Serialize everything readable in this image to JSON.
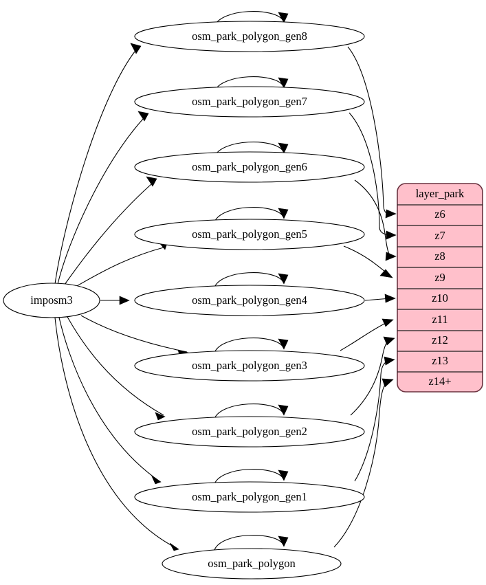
{
  "diagram": {
    "type": "graphviz-directed-graph",
    "background_color": "#ffffff",
    "source_node": {
      "id": "imposm3",
      "label": "imposm3",
      "shape": "ellipse",
      "fill": "#ffffff",
      "stroke": "#000000"
    },
    "ellipse_nodes": [
      {
        "id": "gen8",
        "label": "osm_park_polygon_gen8",
        "has_self_loop": true
      },
      {
        "id": "gen7",
        "label": "osm_park_polygon_gen7",
        "has_self_loop": true
      },
      {
        "id": "gen6",
        "label": "osm_park_polygon_gen6",
        "has_self_loop": true
      },
      {
        "id": "gen5",
        "label": "osm_park_polygon_gen5",
        "has_self_loop": true
      },
      {
        "id": "gen4",
        "label": "osm_park_polygon_gen4",
        "has_self_loop": true
      },
      {
        "id": "gen3",
        "label": "osm_park_polygon_gen3",
        "has_self_loop": true
      },
      {
        "id": "gen2",
        "label": "osm_park_polygon_gen2",
        "has_self_loop": true
      },
      {
        "id": "gen1",
        "label": "osm_park_polygon_gen1",
        "has_self_loop": true
      },
      {
        "id": "base",
        "label": "osm_park_polygon",
        "has_self_loop": true
      }
    ],
    "table_node": {
      "id": "layer_park",
      "header": "layer_park",
      "fill": "#ffc0cb",
      "border_color": "#6b3340",
      "rows": [
        {
          "id": "z6",
          "label": "z6"
        },
        {
          "id": "z7",
          "label": "z7"
        },
        {
          "id": "z8",
          "label": "z8"
        },
        {
          "id": "z9",
          "label": "z9"
        },
        {
          "id": "z10",
          "label": "z10"
        },
        {
          "id": "z11",
          "label": "z11"
        },
        {
          "id": "z12",
          "label": "z12"
        },
        {
          "id": "z13",
          "label": "z13"
        },
        {
          "id": "z14plus",
          "label": "z14+"
        }
      ]
    },
    "edges": [
      {
        "from": "imposm3",
        "to": "gen8"
      },
      {
        "from": "imposm3",
        "to": "gen7"
      },
      {
        "from": "imposm3",
        "to": "gen6"
      },
      {
        "from": "imposm3",
        "to": "gen5"
      },
      {
        "from": "imposm3",
        "to": "gen4"
      },
      {
        "from": "imposm3",
        "to": "gen3"
      },
      {
        "from": "imposm3",
        "to": "gen2"
      },
      {
        "from": "imposm3",
        "to": "gen1"
      },
      {
        "from": "imposm3",
        "to": "base"
      },
      {
        "from": "gen8",
        "to": "z6"
      },
      {
        "from": "gen7",
        "to": "z7"
      },
      {
        "from": "gen6",
        "to": "z8"
      },
      {
        "from": "gen5",
        "to": "z9"
      },
      {
        "from": "gen4",
        "to": "z10"
      },
      {
        "from": "gen3",
        "to": "z11"
      },
      {
        "from": "gen2",
        "to": "z12"
      },
      {
        "from": "gen1",
        "to": "z13"
      },
      {
        "from": "base",
        "to": "z14plus"
      }
    ]
  }
}
